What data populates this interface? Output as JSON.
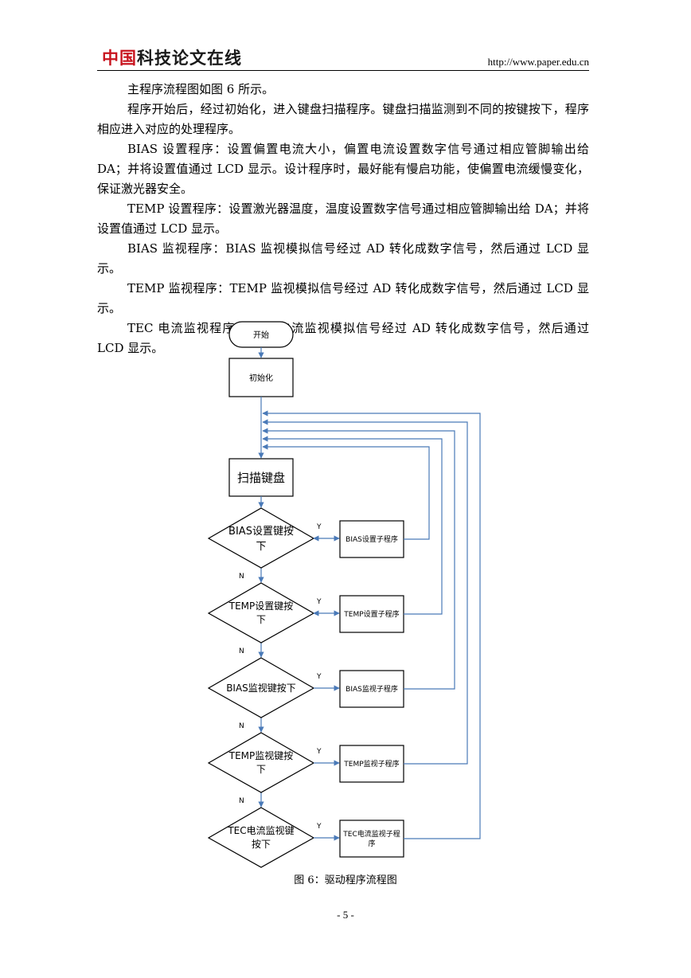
{
  "header": {
    "logo_red": "中国",
    "logo_dark": "科技论文在线",
    "url": "http://www.paper.edu.cn"
  },
  "paragraphs": [
    "主程序流程图如图 6 所示。",
    "程序开始后，经过初始化，进入键盘扫描程序。键盘扫描监测到不同的按键按下，程序相应进入对应的处理程序。",
    "BIAS 设置程序：设置偏置电流大小，偏置电流设置数字信号通过相应管脚输出给 DA；并将设置值通过 LCD 显示。设计程序时，最好能有慢启功能，使偏置电流缓慢变化，保证激光器安全。",
    "TEMP 设置程序：设置激光器温度，温度设置数字信号通过相应管脚输出给 DA；并将设置值通过 LCD 显示。",
    "BIAS 监视程序：BIAS 监视模拟信号经过 AD 转化成数字信号，然后通过 LCD 显示。",
    "TEMP 监视程序：TEMP 监视模拟信号经过 AD 转化成数字信号，然后通过 LCD 显示。",
    "TEC 电流监视程序：TEC 电流监视模拟信号经过 AD 转化成数字信号，然后通过 LCD 显示。"
  ],
  "flowchart": {
    "start": "开始",
    "init": "初始化",
    "scan": "扫描键盘",
    "yes": "Y",
    "no": "N",
    "decisions": [
      {
        "line1": "BIAS设置键按",
        "line2": "下"
      },
      {
        "line1": "TEMP设置键按",
        "line2": "下"
      },
      {
        "line1": "BIAS监视键按下",
        "line2": ""
      },
      {
        "line1": "TEMP监视键按",
        "line2": "下"
      },
      {
        "line1": "TEC电流监视键",
        "line2": "按下"
      }
    ],
    "subroutines": [
      {
        "line1": "BIAS设置子程序",
        "line2": ""
      },
      {
        "line1": "TEMP设置子程序",
        "line2": ""
      },
      {
        "line1": "BIAS监视子程序",
        "line2": ""
      },
      {
        "line1": "TEMP监视子程序",
        "line2": ""
      },
      {
        "line1": "TEC电流监视子程",
        "line2": "序"
      }
    ]
  },
  "caption": "图 6：驱动程序流程图",
  "page_number": "- 5 -",
  "colors": {
    "connector": "#4a7ab8",
    "logo_red": "#c8141e"
  }
}
